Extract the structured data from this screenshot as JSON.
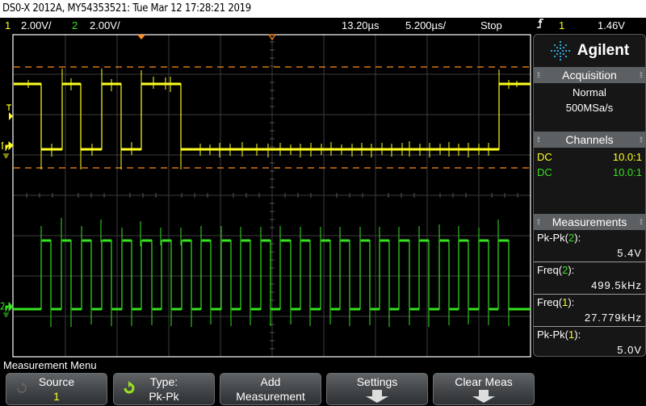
{
  "title": "DS0-X 2012A, MY54353521: Tue Mar 12 17:28:21 2019",
  "status": {
    "ch1_label": "1",
    "ch1_scale": "2.00V/",
    "ch2_label": "2",
    "ch2_scale": "2.00V/",
    "time_delay": "13.20µs",
    "time_scale": "5.200µs/",
    "run_state": "Stop",
    "trigger_edge_icon": "rising-edge-icon",
    "trigger_source": "1",
    "trigger_level": "1.46V"
  },
  "colors": {
    "ch1": "#ffff1e",
    "ch2": "#35e31e",
    "cursor": "#ff8c1a",
    "grid": "#3c3c3c",
    "accent_logo": "#2aa9d8"
  },
  "sidebar": {
    "brand": "Agilent",
    "acquisition": {
      "title": "Acquisition",
      "mode": "Normal",
      "rate": "500MSa/s"
    },
    "channels": {
      "title": "Channels",
      "rows": [
        {
          "coupling": "DC",
          "probe": "10.0:1",
          "channel": "1"
        },
        {
          "coupling": "DC",
          "probe": "10.0:1",
          "channel": "2"
        }
      ]
    },
    "measurements": {
      "title": "Measurements",
      "items": [
        {
          "name": "Pk-Pk",
          "channel": "2",
          "value": "5.4V"
        },
        {
          "name": "Freq",
          "channel": "2",
          "value": "499.5kHz"
        },
        {
          "name": "Freq",
          "channel": "1",
          "value": "27.779kHz"
        },
        {
          "name": "Pk-Pk",
          "channel": "1",
          "value": "5.0V"
        }
      ]
    }
  },
  "markers": {
    "trigger_level_marker": "T",
    "ch1_ground": "1",
    "ch2_ground": "2"
  },
  "menu": {
    "title": "Measurement Menu",
    "softkeys": [
      {
        "line1": "Source",
        "line2": "1"
      },
      {
        "line1": "Type:",
        "line2": "Pk-Pk"
      },
      {
        "line1": "Add",
        "line2": "Measurement"
      },
      {
        "line1": "Settings",
        "line2": ""
      },
      {
        "line1": "Clear Meas",
        "line2": ""
      }
    ]
  }
}
